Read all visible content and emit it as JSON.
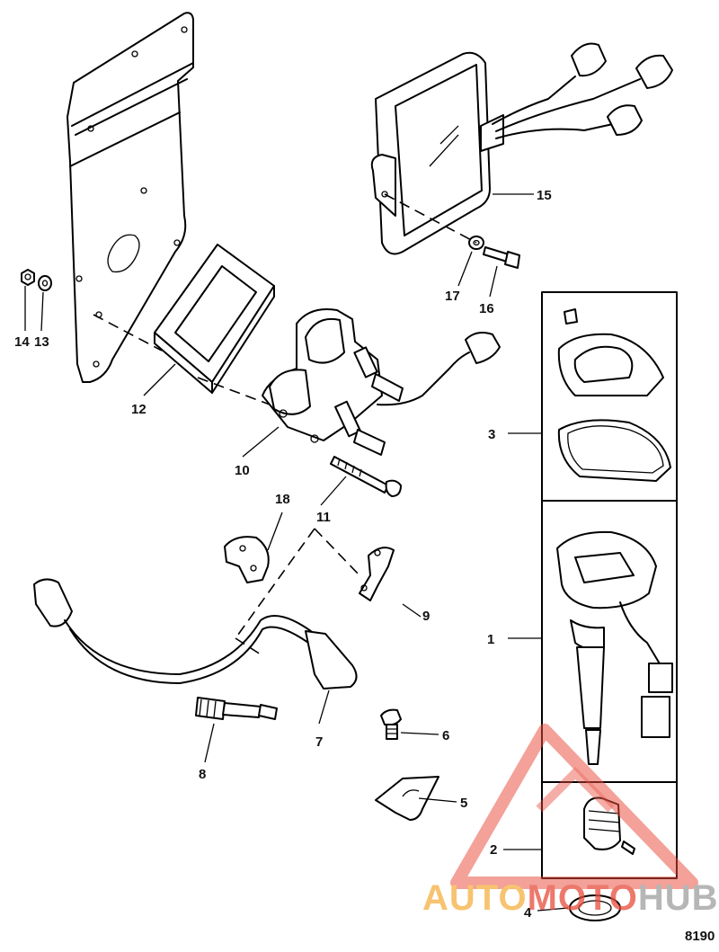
{
  "figure_number": "8190",
  "watermark": {
    "part1": "AUTO",
    "part2": "MOTO",
    "part3": "HUB",
    "color_primary": "#f5b041",
    "color_secondary": "#c0392b",
    "color_tertiary": "#9e9e9e"
  },
  "callouts": [
    {
      "id": "c1",
      "label": "1"
    },
    {
      "id": "c2",
      "label": "2"
    },
    {
      "id": "c3",
      "label": "3"
    },
    {
      "id": "c4",
      "label": "4"
    },
    {
      "id": "c5",
      "label": "5"
    },
    {
      "id": "c6",
      "label": "6"
    },
    {
      "id": "c7",
      "label": "7"
    },
    {
      "id": "c8",
      "label": "8"
    },
    {
      "id": "c9",
      "label": "9"
    },
    {
      "id": "c10",
      "label": "10"
    },
    {
      "id": "c11",
      "label": "11"
    },
    {
      "id": "c12",
      "label": "12"
    },
    {
      "id": "c13",
      "label": "13"
    },
    {
      "id": "c14",
      "label": "14"
    },
    {
      "id": "c15",
      "label": "15"
    },
    {
      "id": "c16",
      "label": "16"
    },
    {
      "id": "c17",
      "label": "17"
    },
    {
      "id": "c18",
      "label": "18"
    }
  ]
}
